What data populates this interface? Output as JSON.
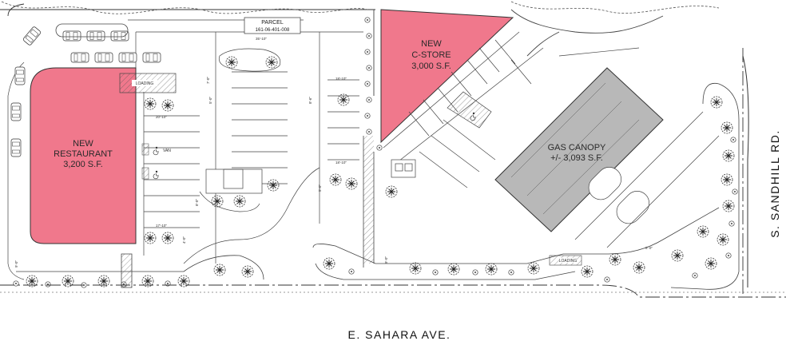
{
  "site_plan": {
    "parcel": {
      "label": "PARCEL",
      "number": "161-06-401-008"
    },
    "buildings": [
      {
        "name_line1": "NEW",
        "name_line2": "RESTAURANT",
        "area": "3,200 S.F.",
        "color": "#f0788c"
      },
      {
        "name_line1": "NEW",
        "name_line2": "C-STORE",
        "area": "3,000 S.F.",
        "color": "#f0788c"
      },
      {
        "name_line1": "GAS CANOPY",
        "name_line2": "",
        "area": "+/- 3,093 S.F.",
        "color": "#b8b8b8"
      }
    ],
    "streets": {
      "south": "E. SAHARA AVE.",
      "east": "S. SANDHILL RD."
    },
    "loading_labels": [
      "LOADING",
      "LOADING"
    ],
    "van_label": "VAN",
    "dimensions": [
      "35'-10\"",
      "18'-10\"",
      "18'-10\"",
      "20'-10\"",
      "17'-10\"",
      "9'-0\"",
      "5'-0\"",
      "5'-0\"",
      "4'-0\"",
      "7'-0\"",
      "8'-0\"",
      "8'-6\"",
      "5'-0\"",
      "9'-0\""
    ]
  }
}
